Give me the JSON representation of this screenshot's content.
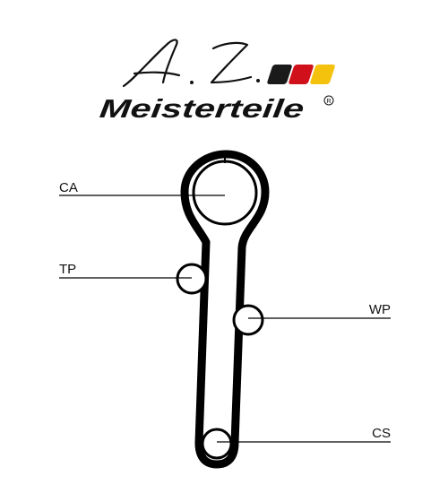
{
  "logo": {
    "signature": "A.Z.",
    "brand": "Meisterteile",
    "registered": "R",
    "flag_colors": [
      "#1a1a1a",
      "#d0101a",
      "#f4c20d"
    ]
  },
  "diagram": {
    "labels": {
      "ca": "CA",
      "tp": "TP",
      "wp": "WP",
      "cs": "CS"
    },
    "belt_color": "#000000"
  }
}
